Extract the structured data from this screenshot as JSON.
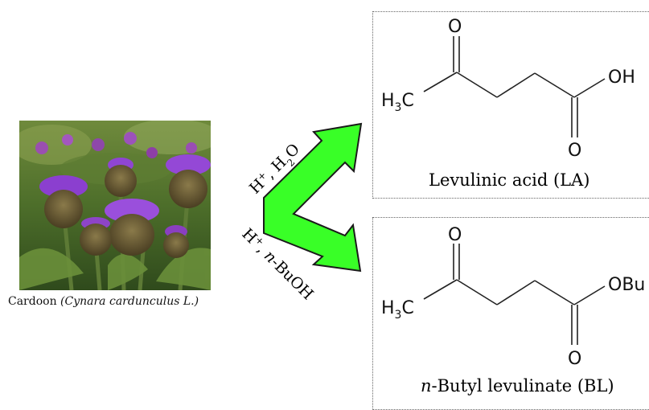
{
  "plant": {
    "caption_prefix": "Cardoon ",
    "caption_latin": "(Cynara cardunculus L.)"
  },
  "arrow": {
    "upper_condition_parts": [
      "H",
      "+",
      ", H",
      "2",
      "O"
    ],
    "lower_condition_parts": [
      "H",
      "+",
      ", ",
      "n",
      "-BuOH"
    ],
    "color": "#39ff27"
  },
  "products": [
    {
      "name": "Levulinic acid (LA)",
      "labels": {
        "ketone_o": "O",
        "methyl_h": "H",
        "methyl_sub": "3",
        "methyl_c": "C",
        "acid_o": "O",
        "end_group": "OH"
      }
    },
    {
      "name_italic": "n",
      "name_rest": "-Butyl levulinate (BL)",
      "labels": {
        "ketone_o": "O",
        "methyl_h": "H",
        "methyl_sub": "3",
        "methyl_c": "C",
        "acid_o": "O",
        "end_group": "OBu"
      }
    }
  ]
}
